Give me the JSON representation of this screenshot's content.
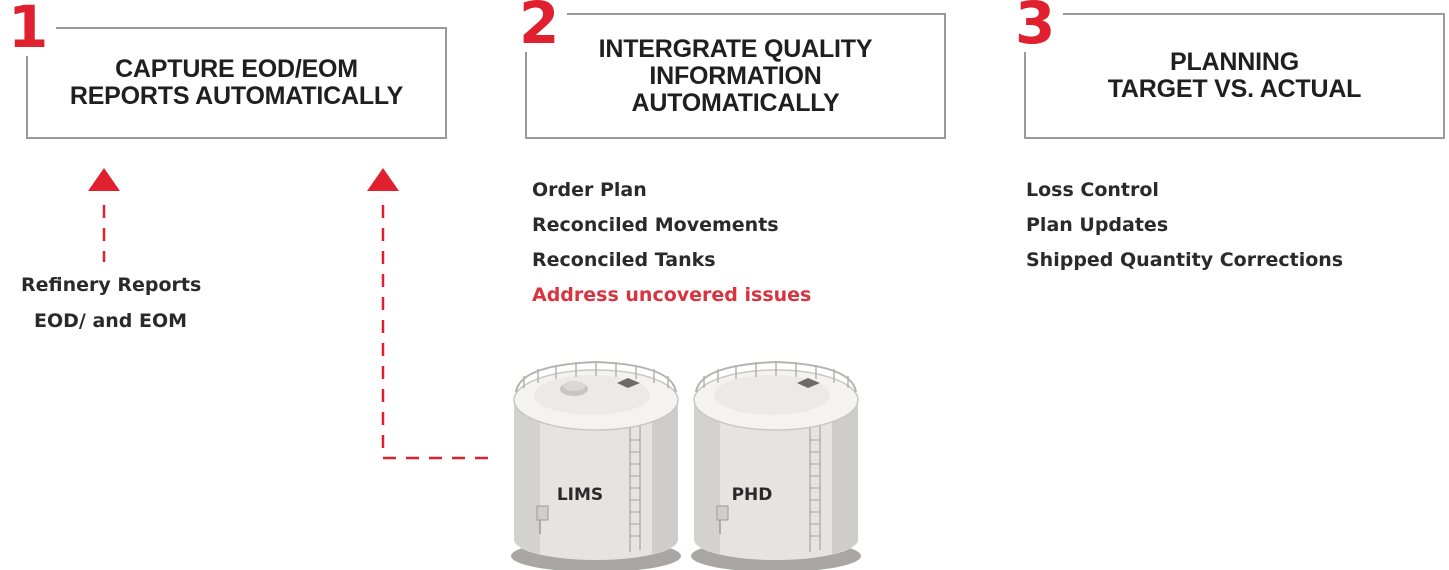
{
  "steps": [
    {
      "number": "1",
      "title": "CAPTURE EOD/EOM\nREPORTS AUTOMATICALLY"
    },
    {
      "number": "2",
      "title": "INTERGRATE QUALITY\nINFORMATION\nAUTOMATICALLY",
      "items": [
        "Order Plan",
        "Reconciled Movements",
        "Reconciled Tanks"
      ],
      "highlight_item": "Address uncovered issues"
    },
    {
      "number": "3",
      "title": "PLANNING\nTARGET VS. ACTUAL",
      "items": [
        "Loss Control",
        "Plan Updates",
        "Shipped Quantity Corrections"
      ]
    }
  ],
  "source_reports": {
    "line1": "Refinery Reports",
    "line2": "EOD/ and EOM"
  },
  "tanks": [
    {
      "label": "LIMS"
    },
    {
      "label": "PHD"
    }
  ],
  "colors": {
    "accent": "#e0202e",
    "box_border": "#9a9a9a",
    "text": "#2a2a2a",
    "tank_body": "#e9e7e3",
    "tank_shadow": "#bdbbb7"
  }
}
